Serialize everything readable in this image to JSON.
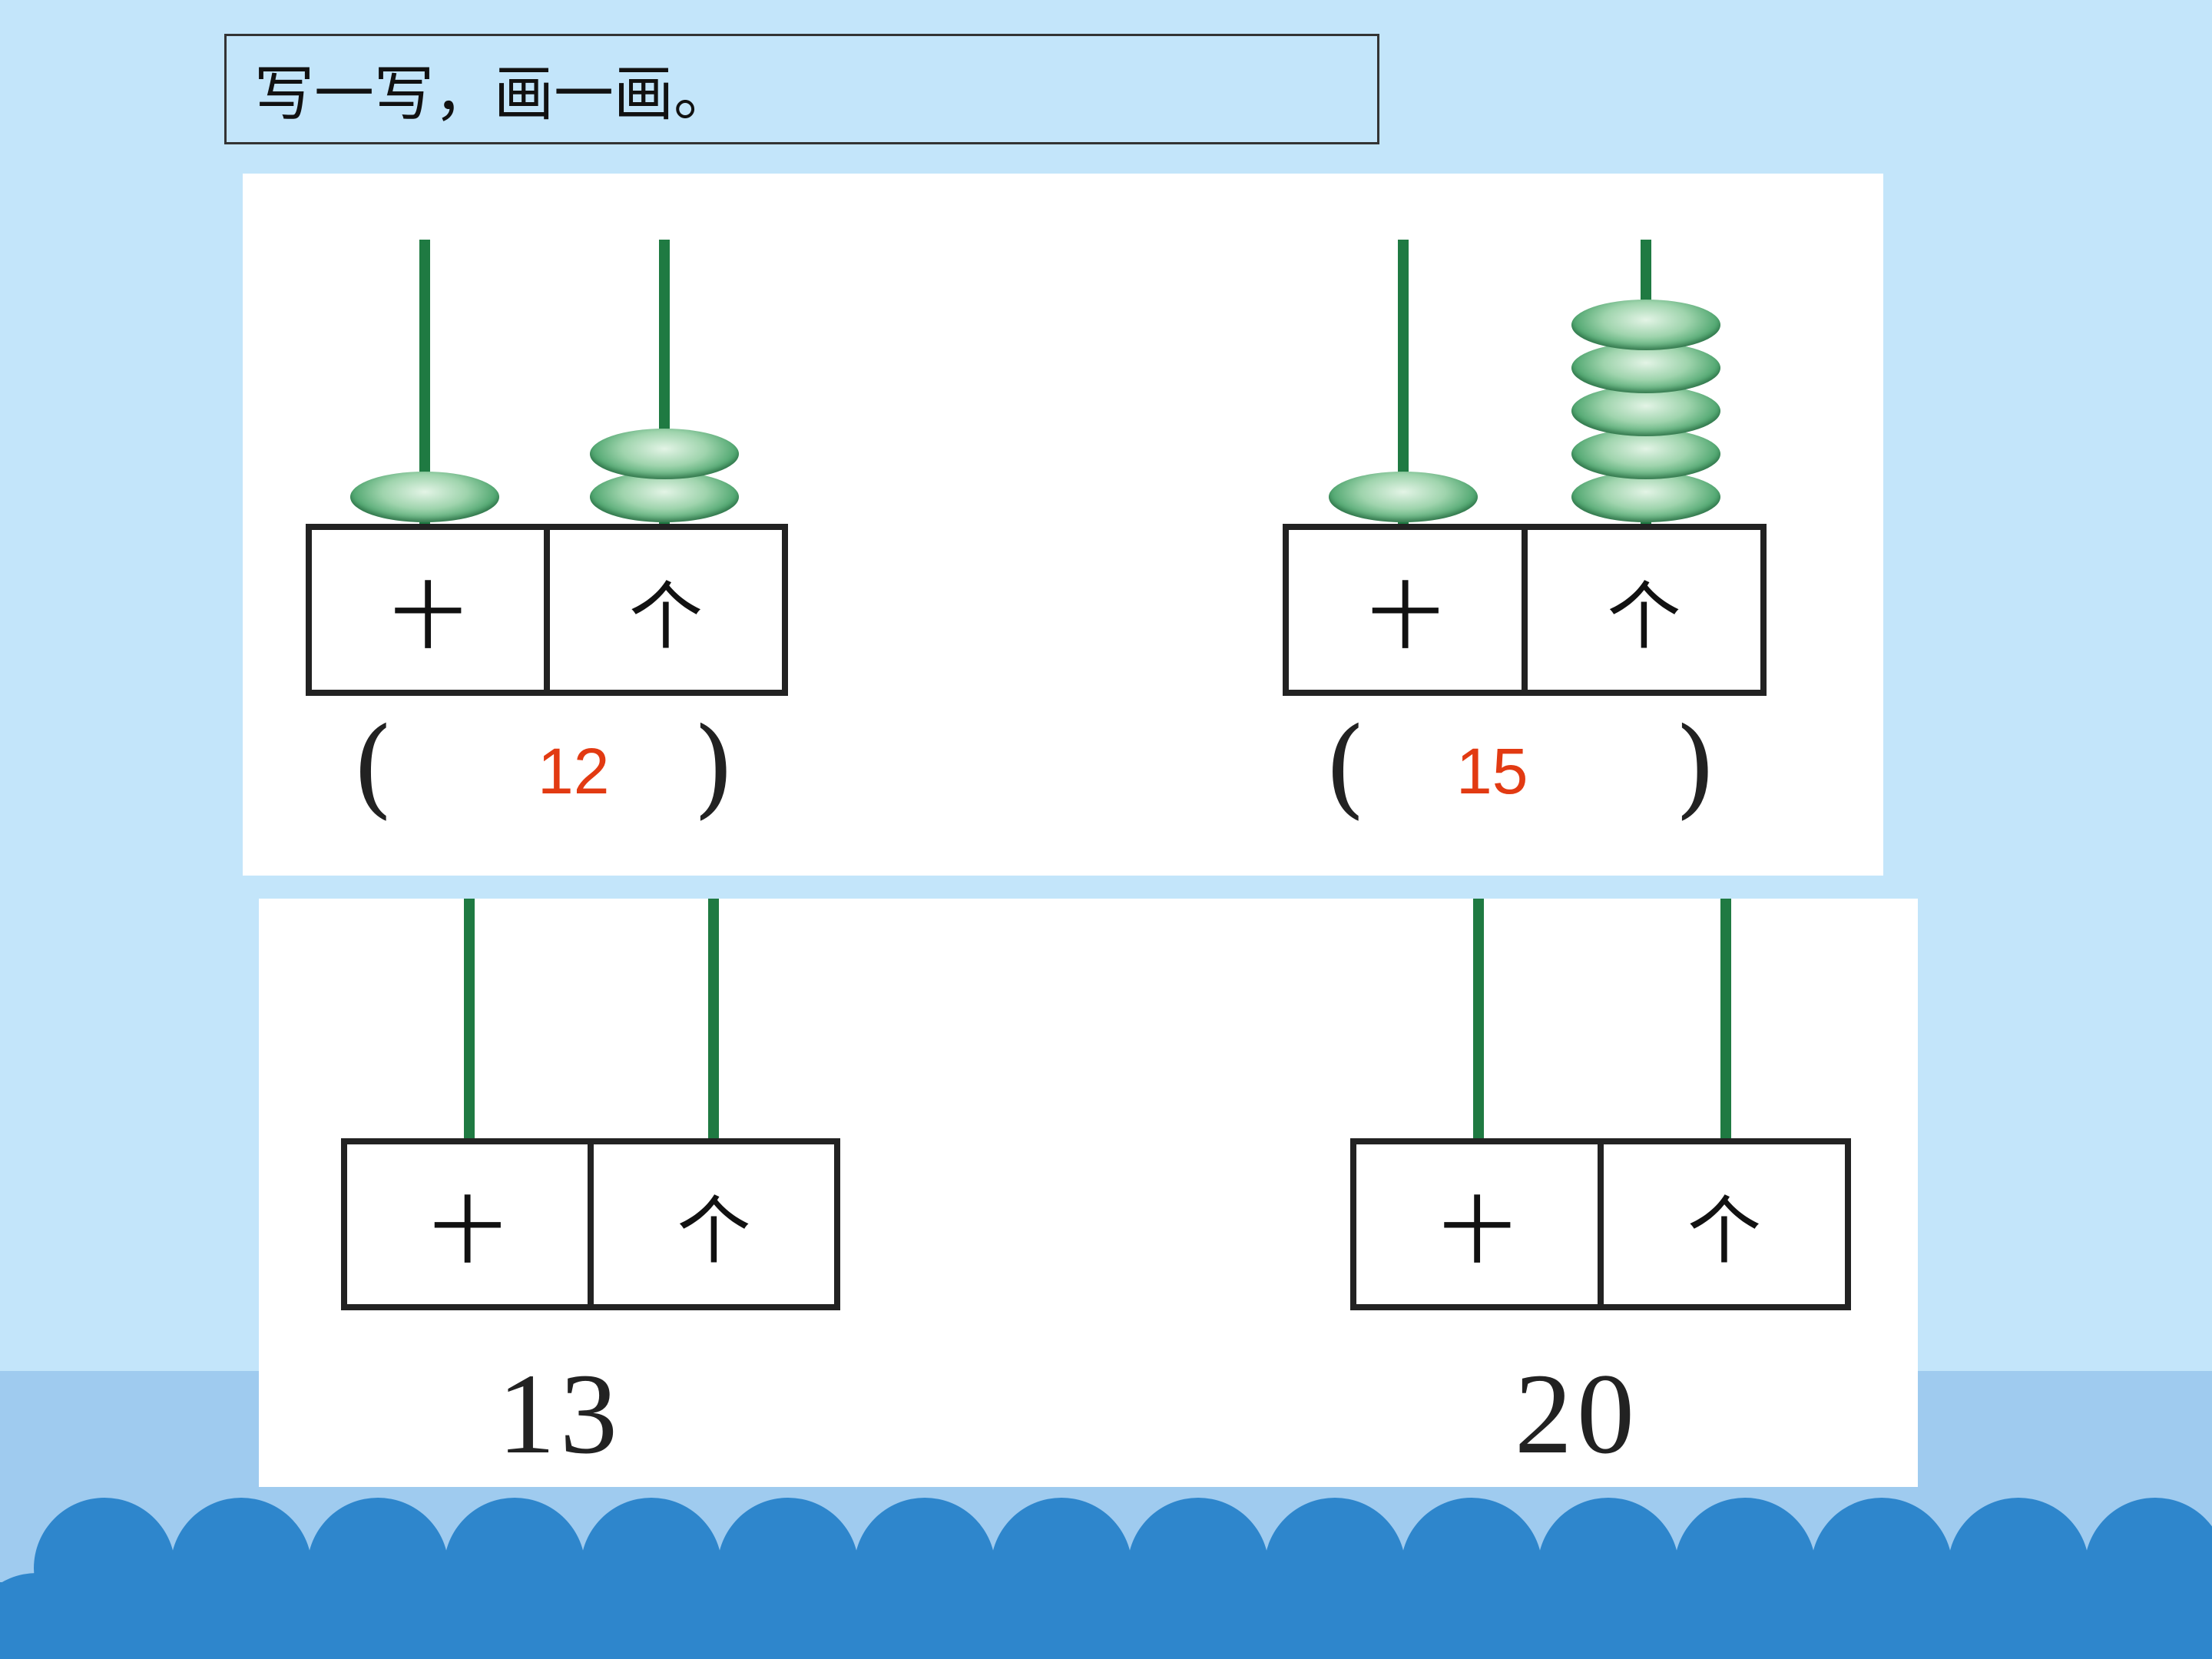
{
  "title": "写一写，画一画。",
  "labels": {
    "tens": "十",
    "ones": "个"
  },
  "parens": {
    "open": "(",
    "close": ")"
  },
  "exercises": [
    {
      "tens": 1,
      "ones": 2,
      "answer": "12"
    },
    {
      "tens": 1,
      "ones": 5,
      "answer": "15"
    },
    {
      "tens": 0,
      "ones": 0,
      "number": "13"
    },
    {
      "tens": 0,
      "ones": 0,
      "number": "20"
    }
  ],
  "colors": {
    "background": "#c3e5fa",
    "band": "#9fcbef",
    "wave": "#2e86cc",
    "rod": "#1f7a42",
    "answer": "#e23a12"
  }
}
